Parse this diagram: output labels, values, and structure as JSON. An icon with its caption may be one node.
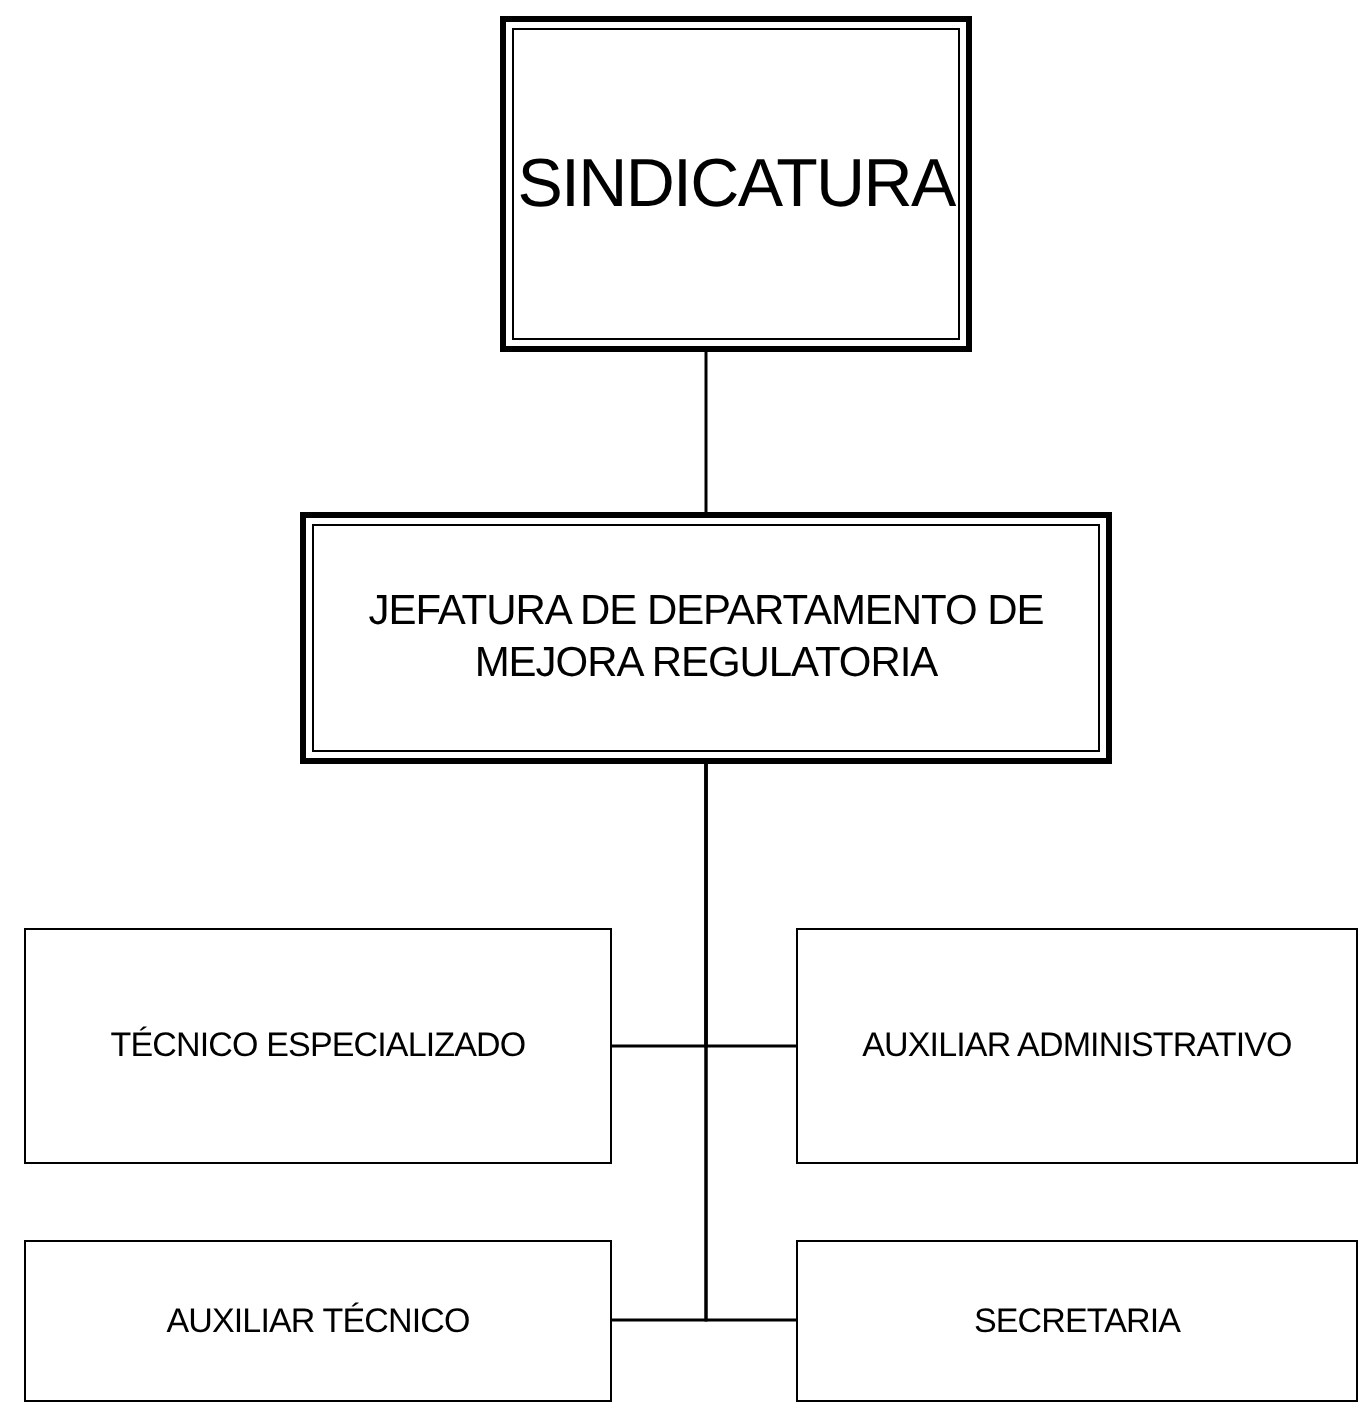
{
  "diagram": {
    "nodes": [
      {
        "text": [
          "SINDICATURA"
        ]
      },
      {
        "text": [
          "JEFATURA DE DEPARTAMENTO DE MEJORA REGULATORIA"
        ]
      },
      {
        "text": [
          "TÉCNICO ESPECIALIZADO"
        ]
      },
      {
        "text": [
          "AUXILIAR ADMINISTRATIVO"
        ]
      },
      {
        "text": [
          "AUXILIAR TÉCNICO"
        ]
      },
      {
        "text": [
          "SECRETARIA"
        ]
      }
    ],
    "edges": [
      {
        "from": 0,
        "to": 1,
        "arrow": "none"
      },
      {
        "from": 1,
        "to": 2,
        "arrow": "none"
      },
      {
        "from": 1,
        "to": 3,
        "arrow": "none"
      },
      {
        "from": 1,
        "to": 4,
        "arrow": "none"
      },
      {
        "from": 1,
        "to": 5,
        "arrow": "none"
      }
    ]
  }
}
